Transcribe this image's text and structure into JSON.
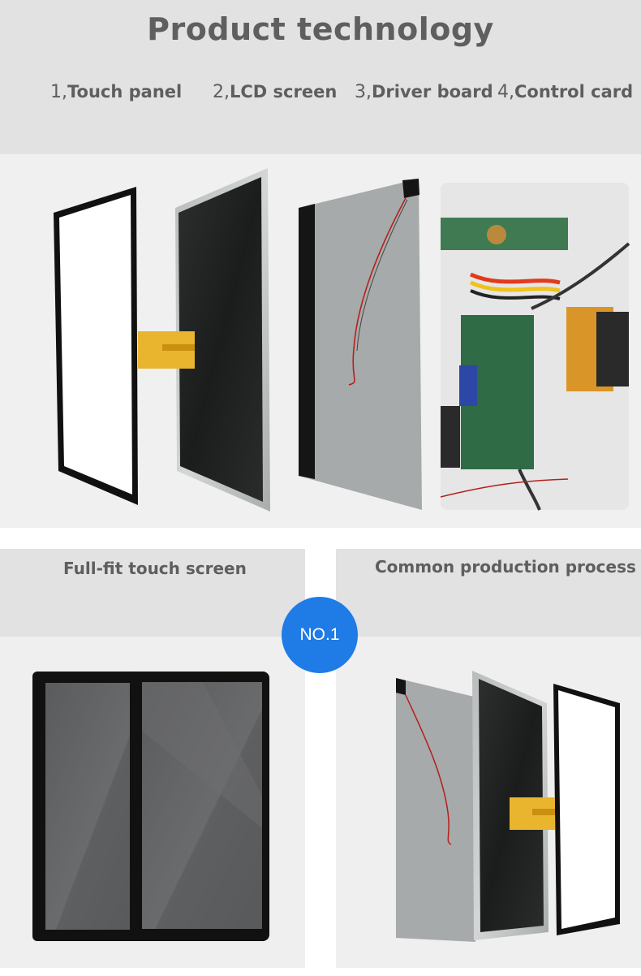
{
  "header": {
    "title": "Product technology",
    "components": [
      {
        "num": "1,",
        "label": "Touch panel"
      },
      {
        "num": "2,",
        "label": "LCD screen"
      },
      {
        "num": "3,",
        "label": "Driver board"
      },
      {
        "num": "4,",
        "label": "Control card"
      }
    ]
  },
  "compare": {
    "left_title": "Full-fit touch screen",
    "right_title": "Common production process",
    "badge": "NO.1"
  },
  "colors": {
    "badge": "#1f7be6",
    "header_bg": "#e2e2e2",
    "title_text": "#5f5f5f",
    "flex_cable": "#e9b42e"
  }
}
